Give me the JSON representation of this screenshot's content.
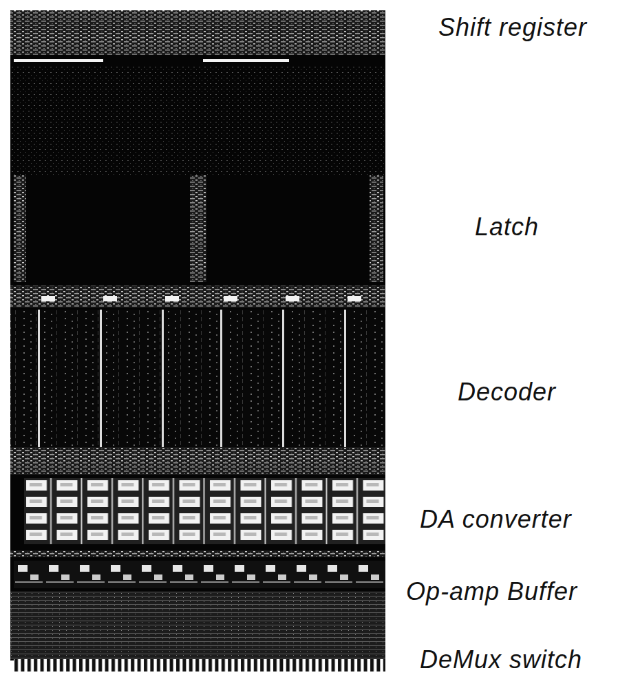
{
  "diagram": {
    "labels": [
      "Shift register",
      "Latch",
      "Decoder",
      "DA converter",
      "Op-amp Buffer",
      "DeMux switch"
    ]
  }
}
